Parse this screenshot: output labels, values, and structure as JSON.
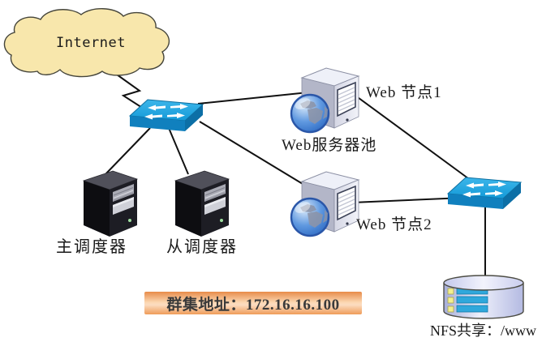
{
  "diagram": {
    "type": "network-topology",
    "background": "#ffffff",
    "line_color": "#111111"
  },
  "nodes": {
    "internet_cloud": {
      "label": "Internet",
      "icon": "cloud-icon",
      "fill": "#f8e7ac"
    },
    "switch1": {
      "icon": "switch-icon",
      "color": "#18a0dc"
    },
    "switch2": {
      "icon": "switch-icon",
      "color": "#18a0dc"
    },
    "master_scheduler": {
      "label": "主调度器",
      "icon": "server-tower-dark-icon"
    },
    "slave_scheduler": {
      "label": "从调度器",
      "icon": "server-tower-dark-icon"
    },
    "web_node1": {
      "label": "Web 节点1",
      "icon": "web-server-globe-icon"
    },
    "web_node2": {
      "label": "Web 节点2",
      "icon": "web-server-globe-icon"
    },
    "web_pool": {
      "label": "Web服务器池"
    },
    "nfs_storage": {
      "label": "NFS共享：/www",
      "icon": "database-cylinder-icon"
    }
  },
  "annotations": {
    "cluster_address": {
      "label": "群集地址：172.16.16.100",
      "bg_top": "#e78b49",
      "bg_middle": "#fcd9b4",
      "bg_bottom": "#ef9c59"
    }
  },
  "edges": [
    {
      "from": "internet_cloud",
      "to": "switch1",
      "style": "zigzag"
    },
    {
      "from": "switch1",
      "to": "web_node1"
    },
    {
      "from": "switch1",
      "to": "master_scheduler"
    },
    {
      "from": "switch1",
      "to": "slave_scheduler"
    },
    {
      "from": "switch1",
      "to": "web_node2"
    },
    {
      "from": "web_node1",
      "to": "switch2"
    },
    {
      "from": "web_node2",
      "to": "switch2"
    },
    {
      "from": "switch2",
      "to": "nfs_storage"
    }
  ]
}
